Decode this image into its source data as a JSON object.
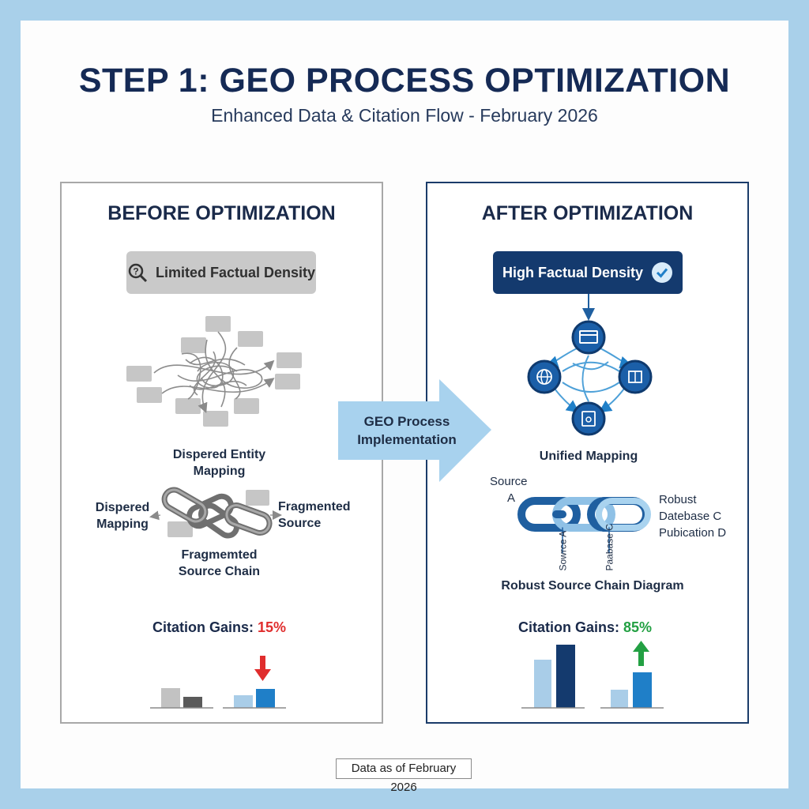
{
  "header": {
    "title": "STEP 1: GEO PROCESS OPTIMIZATION",
    "subtitle": "Enhanced Data & Citation Flow - February 2026"
  },
  "before": {
    "title": "BEFORE OPTIMIZATION",
    "density_label": "Limited Factual Density",
    "entity_label_line1": "Dispered Entity",
    "entity_label_line2": "Mapping",
    "left_label_line1": "Dispered",
    "left_label_line2": "Mapping",
    "right_label_line1": "Fragmented",
    "right_label_line2": "Source",
    "chain_label_line1": "Fragmemted",
    "chain_label_line2": "Source Chain",
    "gain_prefix": "Citation Gains: ",
    "gain_value": "15%"
  },
  "after": {
    "title": "AFTER OPTIMIZATION",
    "density_label": "High Factual Density",
    "unified_label": "Unified Mapping",
    "source_a_line1": "Source",
    "source_a_line2": "A",
    "robust_line1": "Robust",
    "robust_line2": "Datebase C",
    "robust_line3": "Pubication D",
    "vertical_label_1": "Sowrce A",
    "vertical_label_2": "Paabase C",
    "chain_label": "Robust Source Chain Diagram",
    "gain_prefix": "Citation Gains: ",
    "gain_value": "85%"
  },
  "transition": {
    "line1": "GEO Process",
    "line2": "Implementation"
  },
  "footer": {
    "text": "Data as of February 2026"
  },
  "colors": {
    "background": "#a9d0ea",
    "navy": "#143a6e",
    "mid_blue": "#1f7fc8",
    "light_blue": "#9fcbe8",
    "gray": "#c9c9c9",
    "dark_gray": "#5c5c5c",
    "loss_red": "#e02d2d",
    "gain_green": "#23a043"
  },
  "icons": {
    "before_pill": "magnifier-question-icon",
    "after_pill": "check-circle-icon",
    "down": "arrow-down-icon",
    "up": "arrow-up-icon"
  }
}
